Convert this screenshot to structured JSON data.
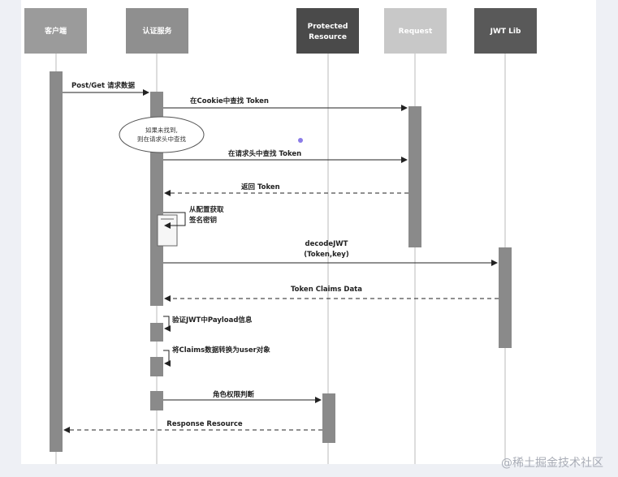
{
  "participants": [
    {
      "id": "client",
      "label": "客户端",
      "color": "#9b9b9b"
    },
    {
      "id": "auth",
      "label": "认证服务",
      "color": "#8f8f8f"
    },
    {
      "id": "protected",
      "label": "Protected Resource",
      "color": "#4a4a4a"
    },
    {
      "id": "request",
      "label": "Request",
      "color": "#c8c8c8"
    },
    {
      "id": "jwtlib",
      "label": "JWT Lib",
      "color": "#595959"
    }
  ],
  "messages": [
    {
      "label": "Post/Get 请求数据",
      "style": "solid"
    },
    {
      "label": "在Cookie中查找 Token",
      "style": "solid"
    },
    {
      "label": "在请求头中查找 Token",
      "style": "solid"
    },
    {
      "label": "返回 Token",
      "style": "dashed"
    },
    {
      "label": "从配置获取 签名密钥",
      "style": "self"
    },
    {
      "label": "decodeJWT (Token,key)",
      "style": "solid"
    },
    {
      "label": "Token Claims Data",
      "style": "dashed"
    },
    {
      "label": "验证JWT中Payload信息",
      "style": "self"
    },
    {
      "label": "将Claims数据转换为user对象",
      "style": "self"
    },
    {
      "label": "角色权限判断",
      "style": "solid"
    },
    {
      "label": "Response Resource",
      "style": "dashed"
    }
  ],
  "note": {
    "line1": "如果未找到,",
    "line2": "则在请求头中查找"
  },
  "watermark": "@稀土掘金技术社区"
}
